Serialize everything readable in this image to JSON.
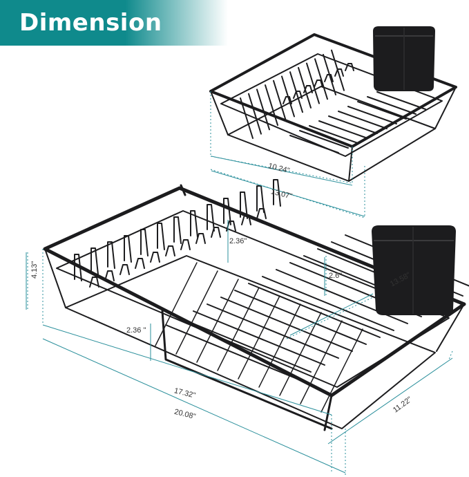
{
  "banner": {
    "title": "Dimension",
    "gradient_start": "#0f8a8c",
    "gradient_end": "#ffffff"
  },
  "colors": {
    "rack": "#1c1c1e",
    "dimension_line": "#2a8f9b",
    "dimension_text": "#333333"
  },
  "small_rack": {
    "width": "10.24\"",
    "length": "13.07\""
  },
  "large_rack": {
    "height": "4.13\"",
    "inner_height": "2.36\"",
    "side_height": "2.36 \"",
    "holder_height": "2.6\"",
    "drain_width": "13.58\"",
    "width": "17.32\"",
    "extended_width": "20.08\"",
    "depth": "11.22\""
  }
}
